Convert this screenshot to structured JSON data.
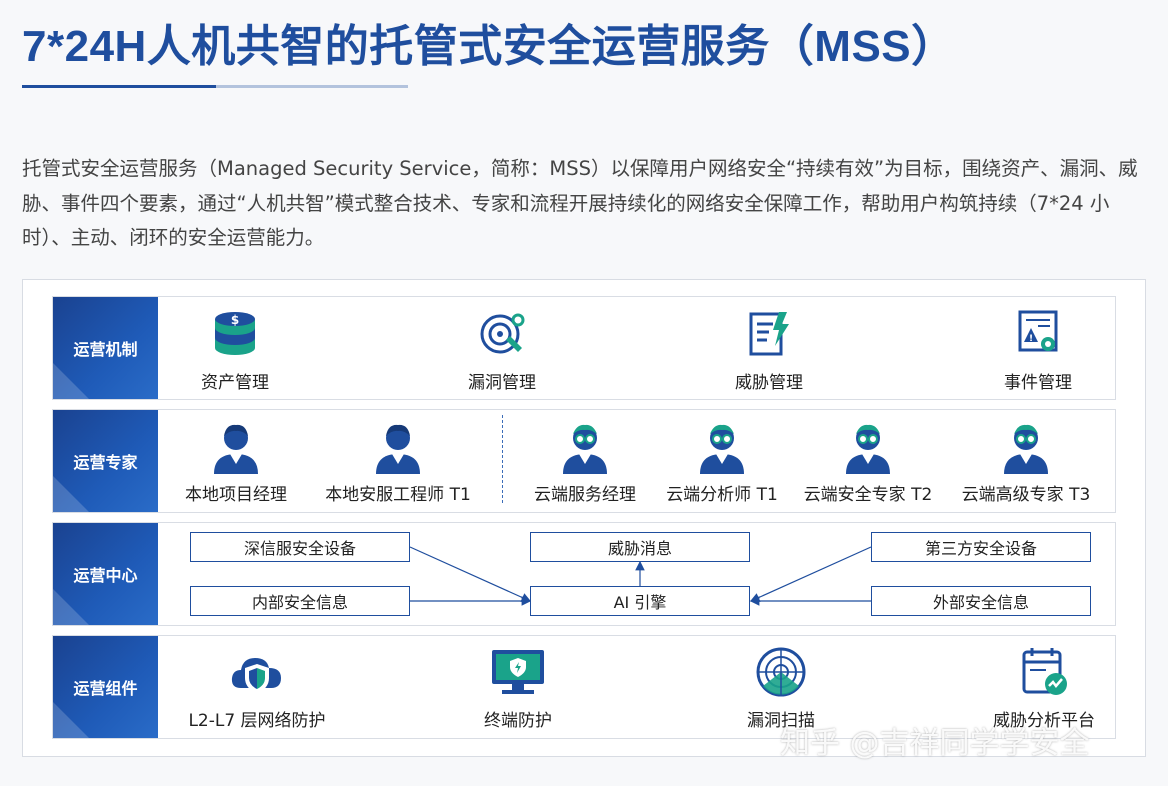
{
  "title": "7*24H人机共智的托管式安全运营服务（MSS）",
  "description": [
    "托管式安全运营服务（Managed Security Service，简称：MSS）以保障用户网络安全“持续有效”为目标，围绕资产、漏洞、威",
    "胁、事件四个要素，通过“人机共智”模式整合技术、专家和流程开展持续化的网络安全保障工作，帮助用户构筑持续（7*24 小",
    "时）、主动、闭环的安全运营能力。"
  ],
  "rows": {
    "mechanism": {
      "label": "运营机制",
      "items": [
        {
          "label": "资产管理",
          "icon": "coin-stack-icon"
        },
        {
          "label": "漏洞管理",
          "icon": "vulnerability-target-icon"
        },
        {
          "label": "威胁管理",
          "icon": "threat-edit-icon"
        },
        {
          "label": "事件管理",
          "icon": "incident-alert-icon"
        }
      ]
    },
    "experts": {
      "label": "运营专家",
      "items": [
        {
          "label": "本地项目经理",
          "icon": "person-icon"
        },
        {
          "label": "本地安服工程师 T1",
          "icon": "person-icon"
        },
        {
          "label": "云端服务经理",
          "icon": "person-glasses-icon"
        },
        {
          "label": "云端分析师 T1",
          "icon": "person-glasses-icon"
        },
        {
          "label": "云端安全专家 T2",
          "icon": "person-glasses-icon"
        },
        {
          "label": "云端高级专家 T3",
          "icon": "person-glasses-icon"
        }
      ]
    },
    "center": {
      "label": "运营中心",
      "boxes": {
        "sangfor_devices": "深信服安全设备",
        "threat_news": "威胁消息",
        "third_party_devices": "第三方安全设备",
        "internal_info": "内部安全信息",
        "ai_engine": "AI 引擎",
        "external_info": "外部安全信息"
      }
    },
    "components": {
      "label": "运营组件",
      "items": [
        {
          "label": "L2-L7 层网络防护",
          "icon": "cloud-shield-icon"
        },
        {
          "label": "终端防护",
          "icon": "monitor-shield-icon"
        },
        {
          "label": "漏洞扫描",
          "icon": "radar-scan-icon"
        },
        {
          "label": "威胁分析平台",
          "icon": "analysis-calendar-icon"
        }
      ]
    }
  },
  "watermark": "知乎 @吉祥同学学安全",
  "colors": {
    "brand": "#1f4e9e",
    "accent_green": "#1aa38a",
    "label_bg": "#1f5bb8"
  }
}
